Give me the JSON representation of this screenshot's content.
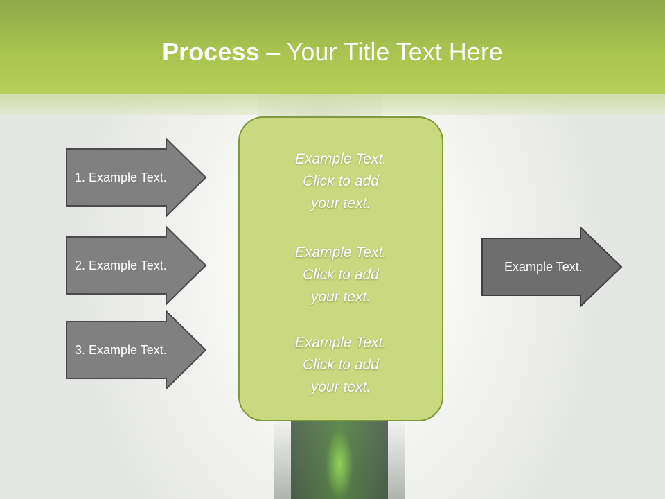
{
  "title": {
    "bold": "Process",
    "rest": " – Your Title Text Here"
  },
  "left_arrows": [
    {
      "label": "1. Example Text."
    },
    {
      "label": "2. Example Text."
    },
    {
      "label": "3. Example Text."
    }
  ],
  "center_box": {
    "blocks": [
      {
        "line1": "Example Text.",
        "line2": "Click  to add",
        "line3": "your text."
      },
      {
        "line1": "Example Text.",
        "line2": "Click  to add",
        "line3": "your text."
      },
      {
        "line1": "Example Text.",
        "line2": "Click  to add",
        "line3": "your text."
      }
    ]
  },
  "right_arrow": {
    "label": "Example Text."
  },
  "colors": {
    "title_bar": "#a8c44f",
    "arrow_fill": "#808080",
    "arrow_stroke": "#4a4a4a",
    "center_fill": "#cad97f",
    "center_border": "#7f9a3a"
  }
}
